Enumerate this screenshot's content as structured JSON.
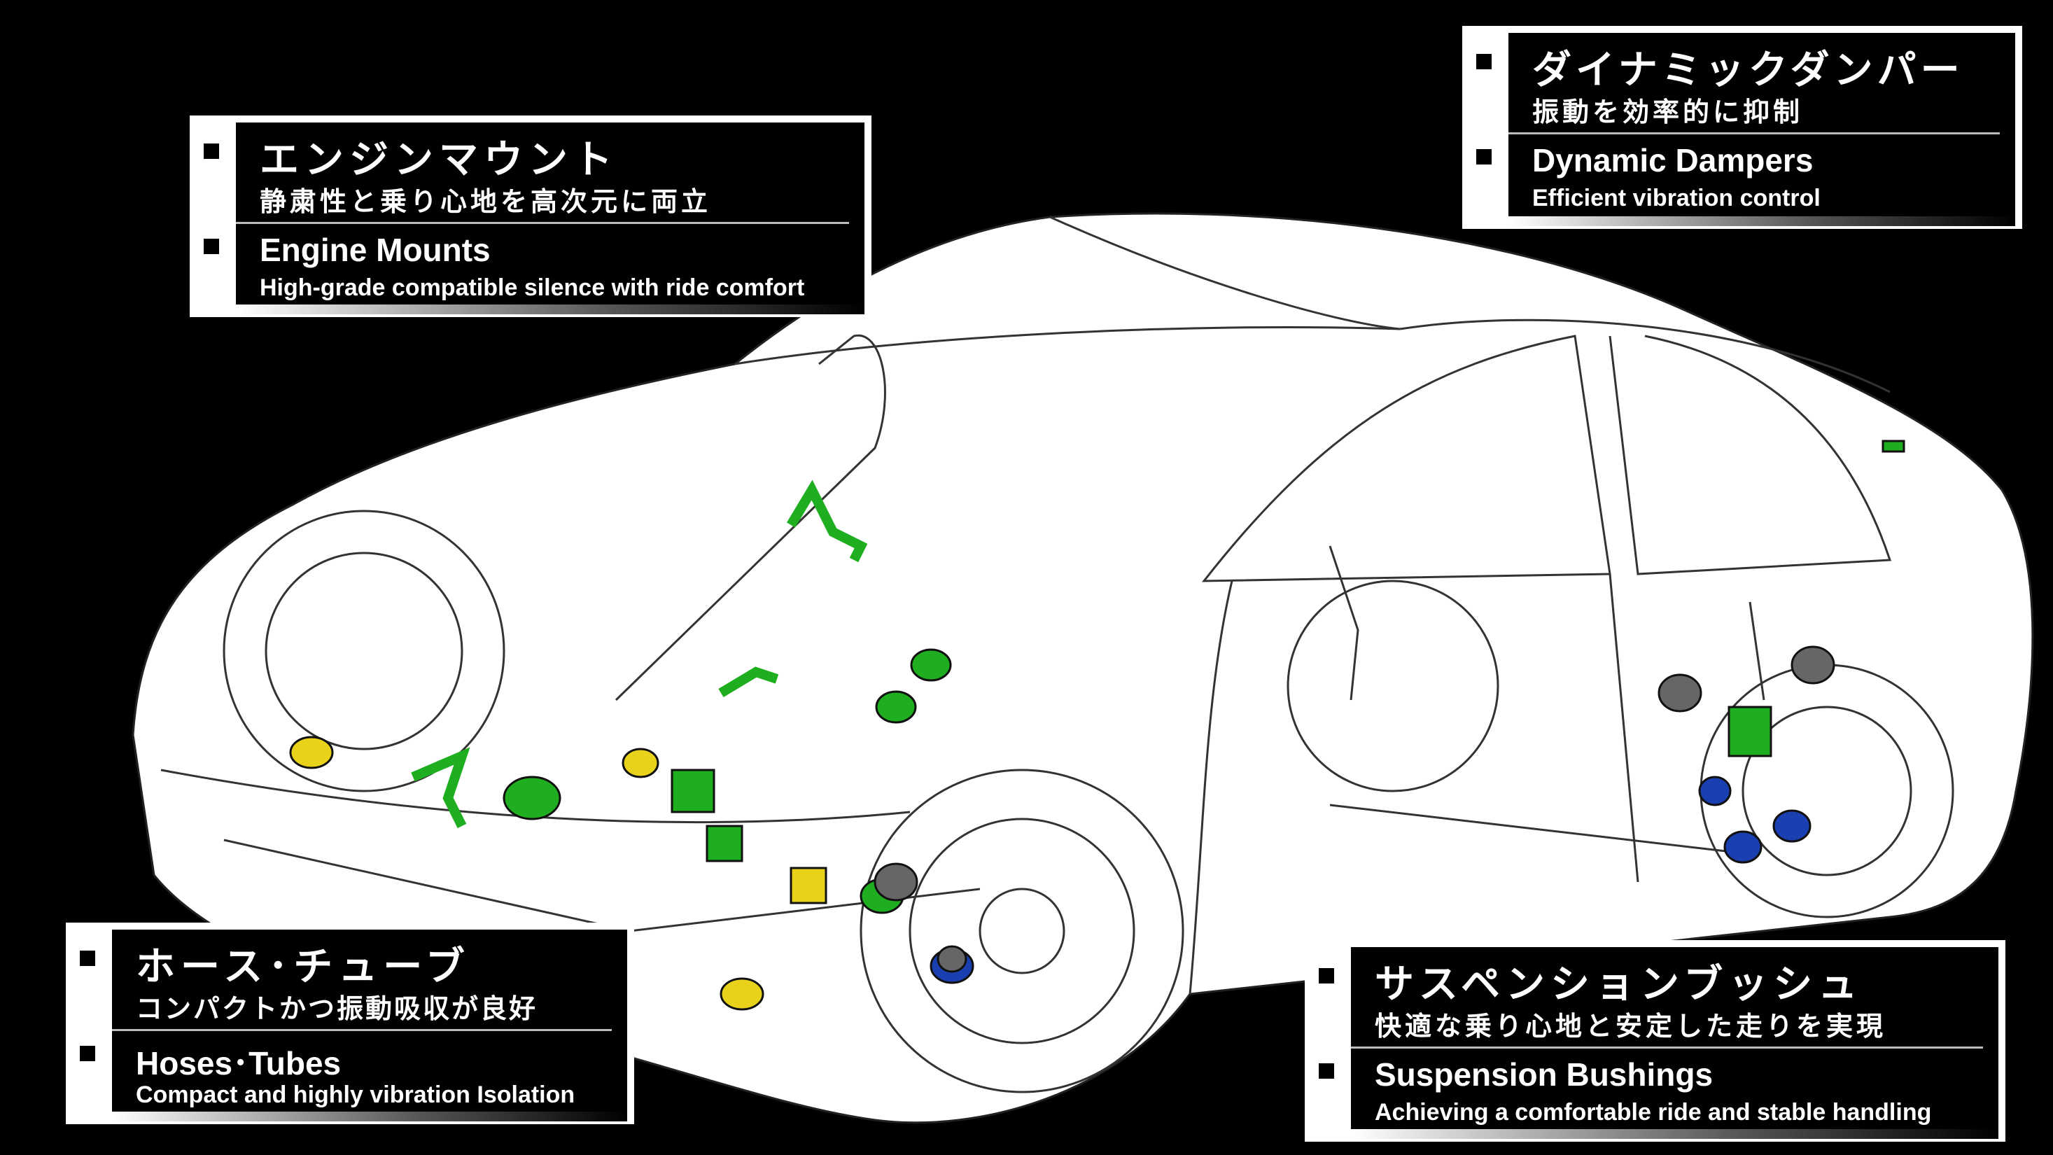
{
  "callouts": {
    "engine_mounts": {
      "jp_title": "エンジンマウント",
      "jp_subtitle": "静粛性と乗り心地を高次元に両立",
      "en_title": "Engine Mounts",
      "en_subtitle": "High-grade compatible silence with ride comfort"
    },
    "dynamic_dampers": {
      "jp_title": "ダイナミックダンパー",
      "jp_subtitle": "振動を効率的に抑制",
      "en_title": "Dynamic Dampers",
      "en_subtitle": "Efficient vibration control"
    },
    "hoses_tubes": {
      "jp_title": "ホース･チューブ",
      "jp_subtitle": "コンパクトかつ振動吸収が良好",
      "en_title": "Hoses･Tubes",
      "en_subtitle": "Compact and highly vibration Isolation"
    },
    "suspension_bushings": {
      "jp_title": "サスペンションブッシュ",
      "jp_subtitle": "快適な乗り心地と安定した走りを実現",
      "en_title": "Suspension Bushings",
      "en_subtitle": "Achieving a comfortable ride and stable handling"
    }
  },
  "colors": {
    "background": "#000000",
    "car_body": "#ffffff",
    "part_green": "#1fae1f",
    "part_blue": "#1a3fb0",
    "part_yellow": "#e8d21a"
  }
}
